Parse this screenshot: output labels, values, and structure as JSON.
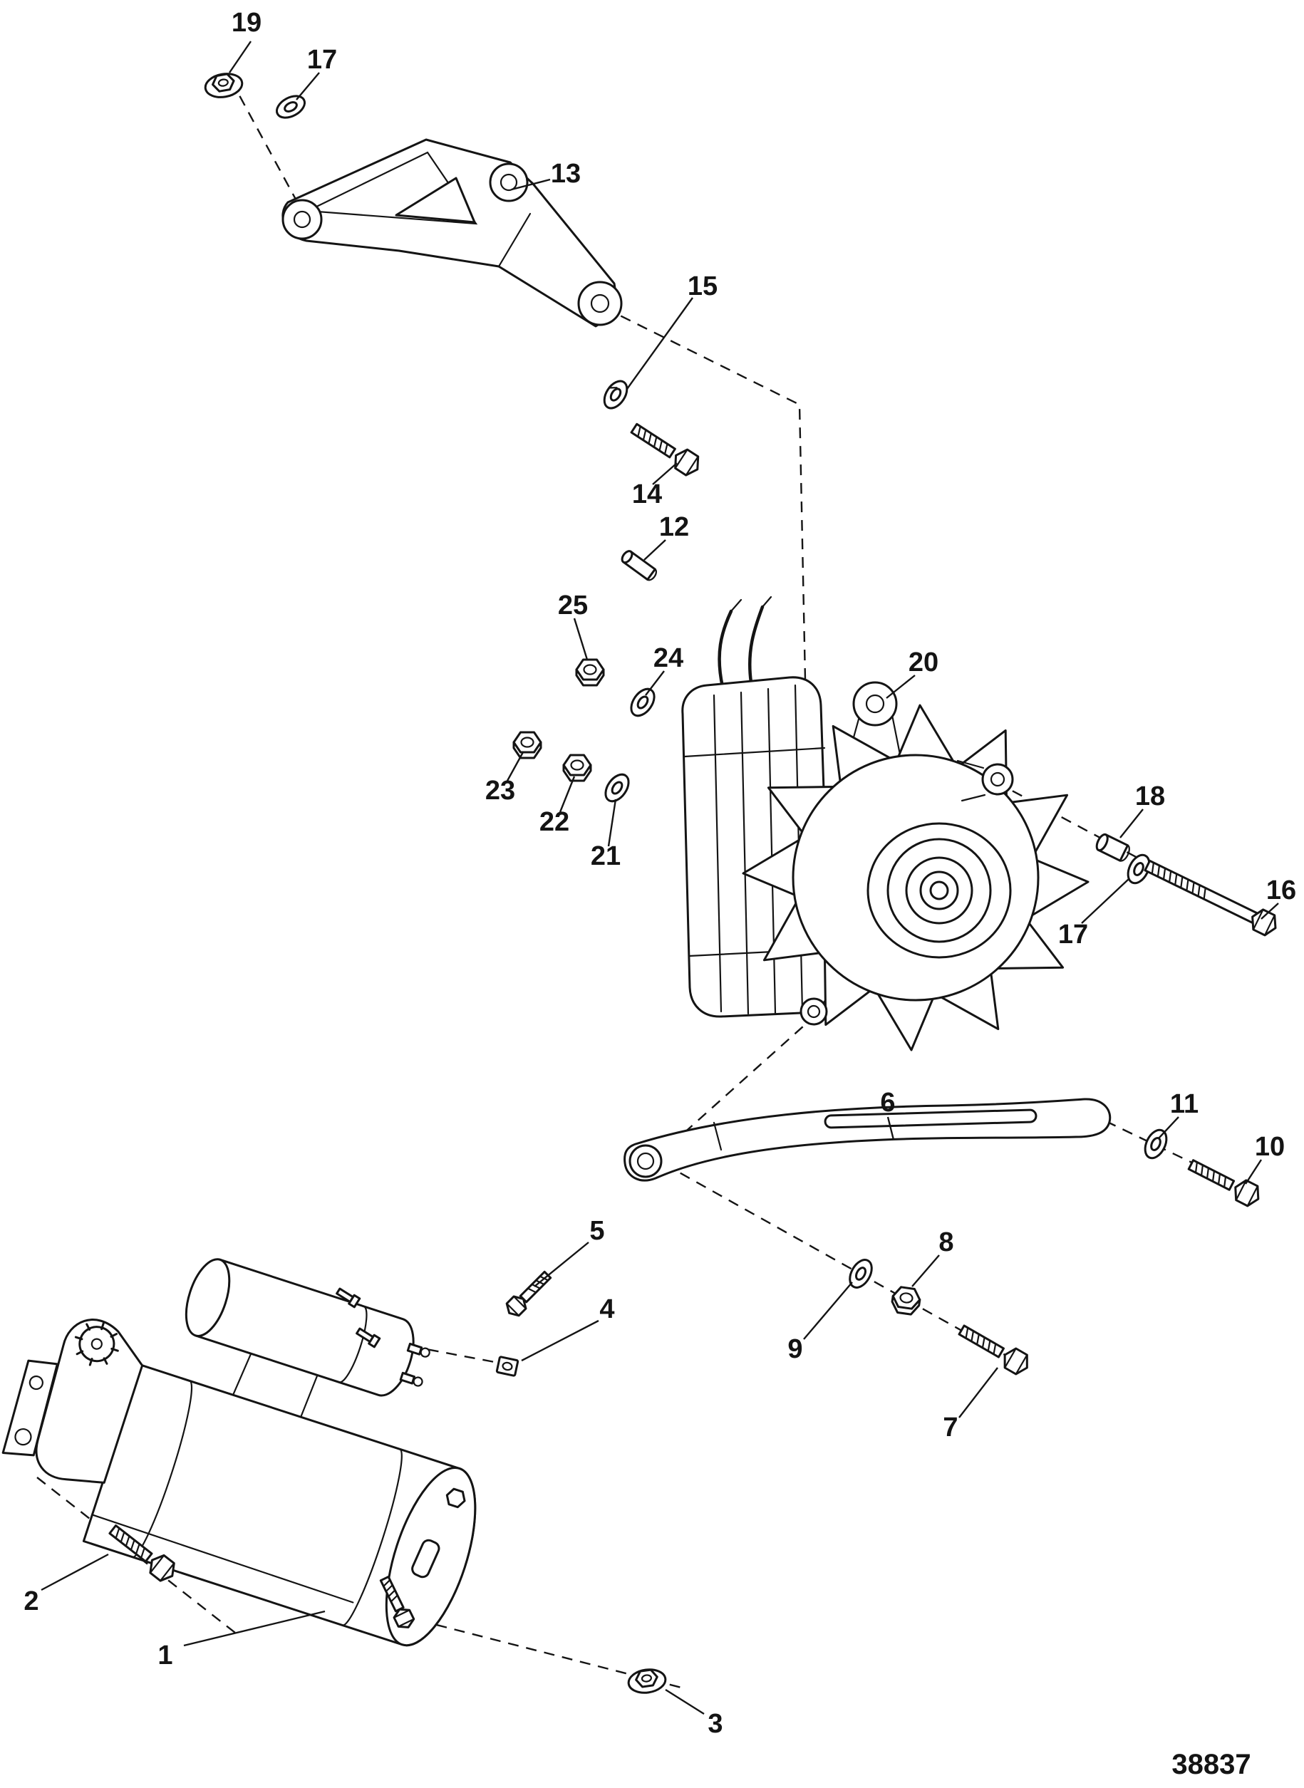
{
  "colors": {
    "ink": "#141414",
    "background": "#ffffff"
  },
  "figure": {
    "type": "exploded-parts-diagram",
    "subject": "starter-motor-and-alternator-assembly",
    "drawing_number": "38837",
    "callouts": [
      {
        "label": "1",
        "part": "starter-motor"
      },
      {
        "label": "2",
        "part": "hex-bolt"
      },
      {
        "label": "3",
        "part": "flange-nut"
      },
      {
        "label": "4",
        "part": "square-nut"
      },
      {
        "label": "5",
        "part": "hex-bolt-small"
      },
      {
        "label": "6",
        "part": "adjusting-arm-brace"
      },
      {
        "label": "7",
        "part": "hex-bolt"
      },
      {
        "label": "8",
        "part": "hex-nut"
      },
      {
        "label": "9",
        "part": "washer"
      },
      {
        "label": "10",
        "part": "hex-bolt"
      },
      {
        "label": "11",
        "part": "washer"
      },
      {
        "label": "12",
        "part": "spacer-pin"
      },
      {
        "label": "13",
        "part": "mounting-bracket"
      },
      {
        "label": "14",
        "part": "hex-bolt"
      },
      {
        "label": "15",
        "part": "lock-washer"
      },
      {
        "label": "16",
        "part": "hex-bolt-long"
      },
      {
        "label": "17",
        "part": "washer"
      },
      {
        "label": "17",
        "part": "washer"
      },
      {
        "label": "18",
        "part": "spacer"
      },
      {
        "label": "19",
        "part": "flange-nut"
      },
      {
        "label": "20",
        "part": "alternator"
      },
      {
        "label": "21",
        "part": "washer"
      },
      {
        "label": "22",
        "part": "hex-nut"
      },
      {
        "label": "23",
        "part": "hex-nut"
      },
      {
        "label": "24",
        "part": "washer"
      },
      {
        "label": "25",
        "part": "hex-nut"
      }
    ]
  }
}
